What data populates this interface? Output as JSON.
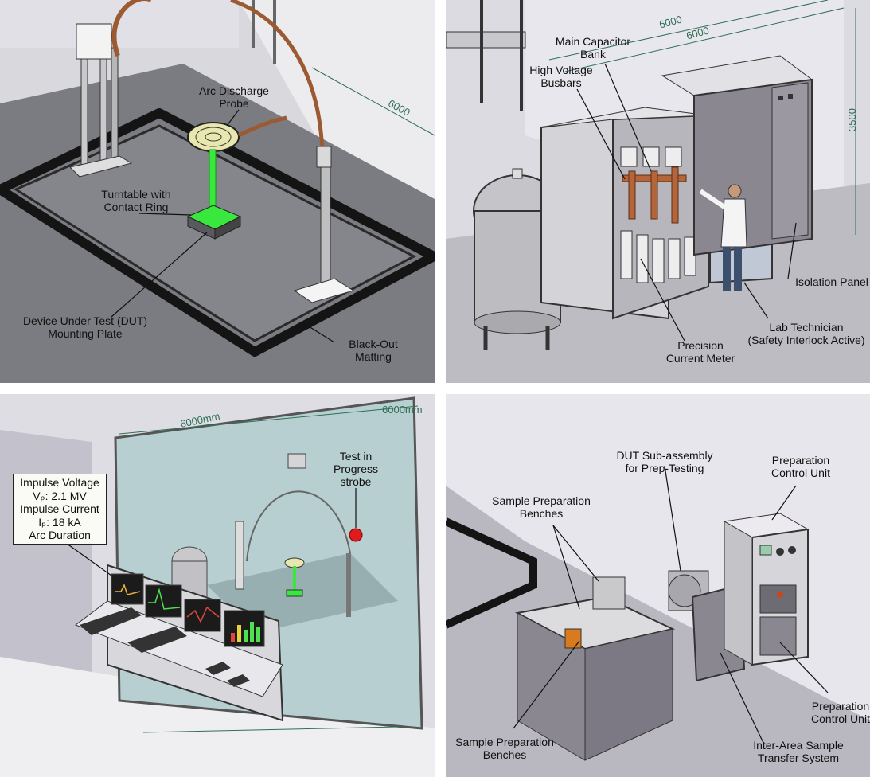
{
  "panel1": {
    "dimension": "6000",
    "labels": {
      "arc_probe": [
        "Arc Discharge",
        "Probe"
      ],
      "turntable": [
        "Turntable with",
        "Contact Ring"
      ],
      "dut_plate": [
        "Device Under Test (DUT)",
        "Mounting Plate"
      ],
      "matting": [
        "Black-Out",
        "Matting"
      ]
    }
  },
  "panel2": {
    "dimension_top_a": "6000",
    "dimension_top_b": "6000",
    "dimension_height": "3500",
    "labels": {
      "capacitor_bank": [
        "Main Capacitor",
        "Bank"
      ],
      "busbars": [
        "High Voltage",
        "Busbars"
      ],
      "isolation_panel": [
        "Isolation Panel"
      ],
      "technician": [
        "Lab Technician",
        "(Safety Interlock Active)"
      ],
      "current_meter": [
        "Precision",
        "Current Meter"
      ]
    }
  },
  "panel3": {
    "dimension_a": "6000mm",
    "dimension_b": "6000mm",
    "readout": {
      "line1": "Impulse Voltage",
      "line2": "Vₚ: 2.1 MV",
      "line3": "Impulse Current",
      "line4": "Iₚ: 18 kA",
      "line5": "Arc Duration"
    },
    "labels": {
      "strobe": [
        "Test in",
        "Progress",
        "strobe"
      ]
    }
  },
  "panel4": {
    "labels": {
      "dut_sub": [
        "DUT Sub-assembly",
        "for Prep-Testing"
      ],
      "control_unit_top": [
        "Preparation",
        "Control Unit"
      ],
      "benches_top": [
        "Sample Preparation",
        "Benches"
      ],
      "benches_bottom": [
        "Sample Preparation",
        "Benches"
      ],
      "control_unit_side": [
        "Preparation",
        "Control Unit"
      ],
      "transfer": [
        "Inter-Area Sample",
        "Transfer System"
      ]
    }
  },
  "colors": {
    "floor": "#7a7b80",
    "wall": "#e7e6ec",
    "accent_green": "#39e83c",
    "copper": "#b5653a",
    "dimension": "#2f6f55"
  }
}
